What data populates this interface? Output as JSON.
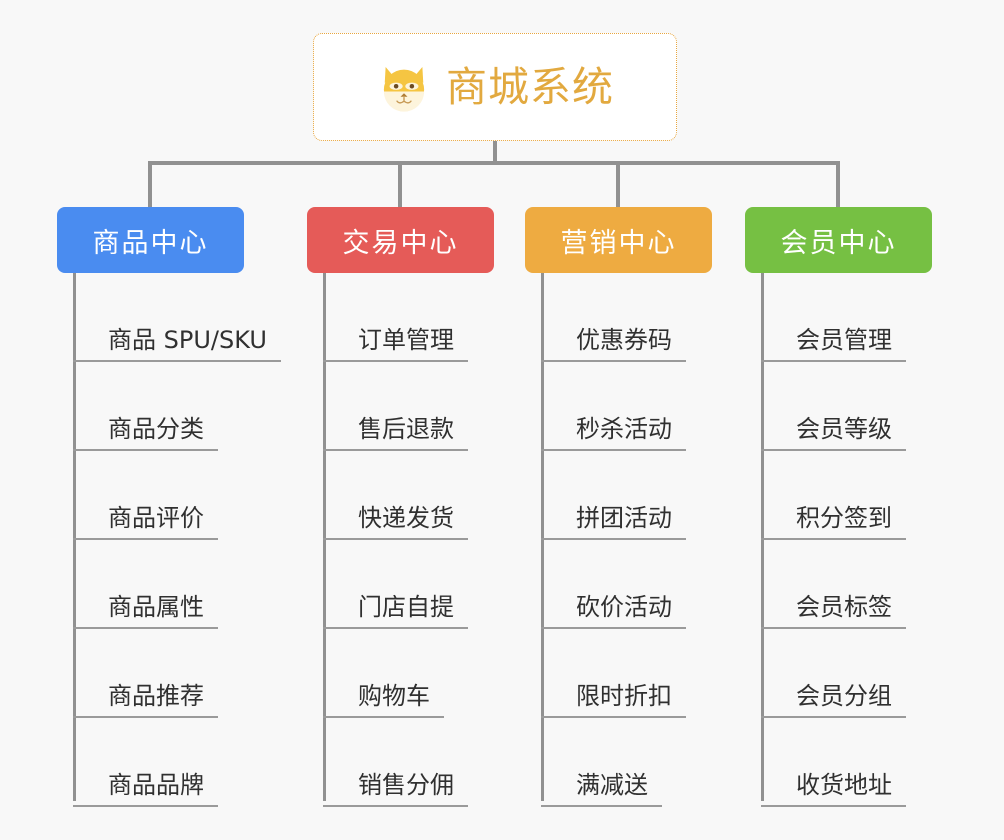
{
  "background_color": "#f8f8f8",
  "root": {
    "title": "商城系统",
    "icon": "shiba-dog-emoji",
    "text_color": "#e2a93f",
    "border_color": "#e8a63f",
    "background": "#ffffff"
  },
  "connector_color": "#919191",
  "branches": [
    {
      "label": "商品中心",
      "color": "#4a8cf0",
      "items": [
        "商品 SPU/SKU",
        "商品分类",
        "商品评价",
        "商品属性",
        "商品推荐",
        "商品品牌"
      ]
    },
    {
      "label": "交易中心",
      "color": "#e55b58",
      "items": [
        "订单管理",
        "售后退款",
        "快递发货",
        "门店自提",
        "购物车",
        "销售分佣"
      ]
    },
    {
      "label": "营销中心",
      "color": "#eeab41",
      "items": [
        "优惠券码",
        "秒杀活动",
        "拼团活动",
        "砍价活动",
        "限时折扣",
        "满减送"
      ]
    },
    {
      "label": "会员中心",
      "color": "#76c043",
      "items": [
        "会员管理",
        "会员等级",
        "积分签到",
        "会员标签",
        "会员分组",
        "收货地址"
      ]
    }
  ]
}
